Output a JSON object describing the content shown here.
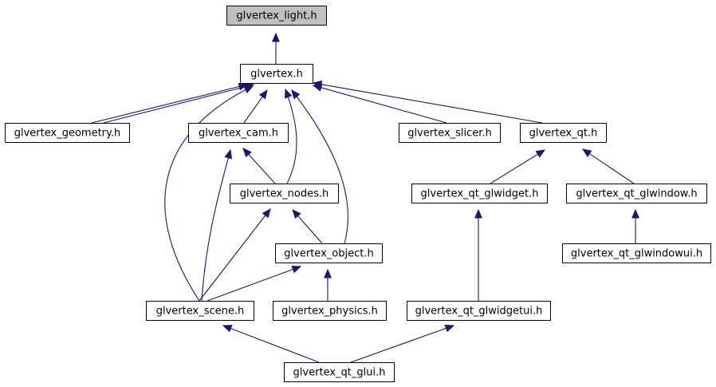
{
  "diagram": {
    "root": "glvertex_light_h",
    "colors": {
      "edge": "#191970",
      "root_fill": "#bfbfbf",
      "node_fill": "#ffffff",
      "node_border": "#000000"
    },
    "nodes": [
      {
        "id": "glvertex_light_h",
        "label": "glvertex_light.h"
      },
      {
        "id": "glvertex_h",
        "label": "glvertex.h"
      },
      {
        "id": "glvertex_geometry_h",
        "label": "glvertex_geometry.h"
      },
      {
        "id": "glvertex_cam_h",
        "label": "glvertex_cam.h"
      },
      {
        "id": "glvertex_slicer_h",
        "label": "glvertex_slicer.h"
      },
      {
        "id": "glvertex_qt_h",
        "label": "glvertex_qt.h"
      },
      {
        "id": "glvertex_nodes_h",
        "label": "glvertex_nodes.h"
      },
      {
        "id": "glvertex_qt_glwidget_h",
        "label": "glvertex_qt_glwidget.h"
      },
      {
        "id": "glvertex_qt_glwindow_h",
        "label": "glvertex_qt_glwindow.h"
      },
      {
        "id": "glvertex_object_h",
        "label": "glvertex_object.h"
      },
      {
        "id": "glvertex_qt_glwindowui_h",
        "label": "glvertex_qt_glwindowui.h"
      },
      {
        "id": "glvertex_scene_h",
        "label": "glvertex_scene.h"
      },
      {
        "id": "glvertex_physics_h",
        "label": "glvertex_physics.h"
      },
      {
        "id": "glvertex_qt_glwidgetui_h",
        "label": "glvertex_qt_glwidgetui.h"
      },
      {
        "id": "glvertex_qt_glui_h",
        "label": "glvertex_qt_glui.h"
      }
    ],
    "edges": [
      {
        "from": "glvertex_h",
        "to": "glvertex_light_h"
      },
      {
        "from": "glvertex_geometry_h",
        "to": "glvertex_h"
      },
      {
        "from": "glvertex_geometry_h",
        "to": "glvertex_h"
      },
      {
        "from": "glvertex_cam_h",
        "to": "glvertex_h"
      },
      {
        "from": "glvertex_scene_h",
        "to": "glvertex_h"
      },
      {
        "from": "glvertex_nodes_h",
        "to": "glvertex_h"
      },
      {
        "from": "glvertex_object_h",
        "to": "glvertex_h"
      },
      {
        "from": "glvertex_slicer_h",
        "to": "glvertex_h"
      },
      {
        "from": "glvertex_qt_h",
        "to": "glvertex_h"
      },
      {
        "from": "glvertex_nodes_h",
        "to": "glvertex_cam_h"
      },
      {
        "from": "glvertex_scene_h",
        "to": "glvertex_cam_h"
      },
      {
        "from": "glvertex_object_h",
        "to": "glvertex_nodes_h"
      },
      {
        "from": "glvertex_scene_h",
        "to": "glvertex_nodes_h"
      },
      {
        "from": "glvertex_scene_h",
        "to": "glvertex_object_h"
      },
      {
        "from": "glvertex_physics_h",
        "to": "glvertex_object_h"
      },
      {
        "from": "glvertex_qt_glwidget_h",
        "to": "glvertex_qt_h"
      },
      {
        "from": "glvertex_qt_glwindow_h",
        "to": "glvertex_qt_h"
      },
      {
        "from": "glvertex_qt_glwidgetui_h",
        "to": "glvertex_qt_glwidget_h"
      },
      {
        "from": "glvertex_qt_glwindowui_h",
        "to": "glvertex_qt_glwindow_h"
      },
      {
        "from": "glvertex_qt_glui_h",
        "to": "glvertex_scene_h"
      },
      {
        "from": "glvertex_qt_glui_h",
        "to": "glvertex_qt_glwidgetui_h"
      }
    ]
  }
}
